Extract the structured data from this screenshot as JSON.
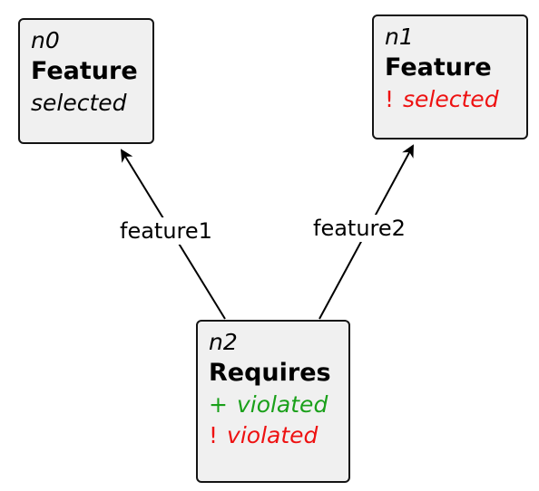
{
  "nodes": {
    "n0": {
      "id": "n0",
      "type": "Feature",
      "attrs": [
        {
          "mark": "",
          "text": "selected",
          "kind": "plain"
        }
      ]
    },
    "n1": {
      "id": "n1",
      "type": "Feature",
      "attrs": [
        {
          "mark": "!",
          "text": "selected",
          "kind": "del"
        }
      ]
    },
    "n2": {
      "id": "n2",
      "type": "Requires",
      "attrs": [
        {
          "mark": "+",
          "text": "violated",
          "kind": "add"
        },
        {
          "mark": "!",
          "text": "violated",
          "kind": "del"
        }
      ]
    }
  },
  "edges": [
    {
      "from": "n2",
      "to": "n0",
      "label": "feature1"
    },
    {
      "from": "n2",
      "to": "n1",
      "label": "feature2"
    }
  ],
  "colors": {
    "node_fill": "#f0f0f0",
    "node_border": "#141414",
    "added": "#1aa01a",
    "deleted": "#ee1111",
    "edge": "#000000"
  }
}
